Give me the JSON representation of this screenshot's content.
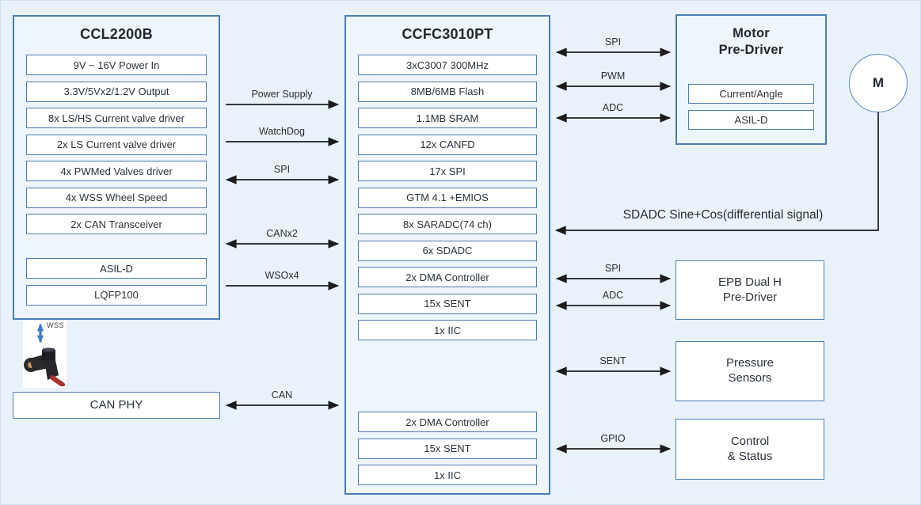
{
  "left_chip": {
    "title": "CCL2200B",
    "rows": [
      "9V ~ 16V Power In",
      "3.3V/5Vx2/1.2V Output",
      "8x LS/HS Current valve driver",
      "2x LS Current valve driver",
      "4x PWMed Valves driver",
      "4x WSS Wheel Speed",
      "2x CAN Transceiver"
    ],
    "rows2": [
      "ASIL-D",
      "LQFP100"
    ]
  },
  "center_chip": {
    "title": "CCFC3010PT",
    "rows": [
      "3xC3007 300MHz",
      "8MB/6MB Flash",
      "1.1MB SRAM",
      "12x CANFD",
      "17x SPI",
      "GTM 4.1 +EMIOS",
      "8x SARADC(74 ch)",
      "6x SDADC",
      "2x DMA Controller",
      "15x SENT",
      "1x IIC"
    ],
    "rows2": [
      "2x DMA Controller",
      "15x SENT",
      "1x IIC"
    ]
  },
  "motor_predriver": {
    "title": "Motor\nPre-Driver",
    "rows": [
      "Current/Angle",
      "ASIL-D"
    ]
  },
  "motor": {
    "label": "M"
  },
  "epb": {
    "label": "EPB Dual H\nPre-Driver"
  },
  "pressure_sensors": {
    "label": "Pressure\nSensors"
  },
  "control_status": {
    "label": "Control\n& Status"
  },
  "can_phy": {
    "label": "CAN PHY"
  },
  "wss": {
    "label": "WSS"
  },
  "sdadc": {
    "label": "SDADC Sine+Cos(differential signal)"
  },
  "links_left": [
    {
      "label": "Power Supply",
      "dir": "right"
    },
    {
      "label": "WatchDog",
      "dir": "right"
    },
    {
      "label": "SPI",
      "dir": "both"
    },
    {
      "label": "CANx2",
      "dir": "both"
    },
    {
      "label": "WSOx4",
      "dir": "right"
    },
    {
      "label": "CAN",
      "dir": "both"
    }
  ],
  "links_right": [
    {
      "label": "SPI",
      "dir": "both"
    },
    {
      "label": "PWM",
      "dir": "both"
    },
    {
      "label": "ADC",
      "dir": "both"
    },
    {
      "label": "SPI",
      "dir": "both"
    },
    {
      "label": "ADC",
      "dir": "both"
    },
    {
      "label": "SENT",
      "dir": "both"
    },
    {
      "label": "GPIO",
      "dir": "both"
    }
  ],
  "colors": {
    "background": "#e9f2fa",
    "container_fill": "#eef5fb",
    "border_blue": "#4d7cb3",
    "arrow_black": "#1c1c1e",
    "wss_arrow_blue": "#3d7cc9",
    "text_dark": "#242c35"
  }
}
